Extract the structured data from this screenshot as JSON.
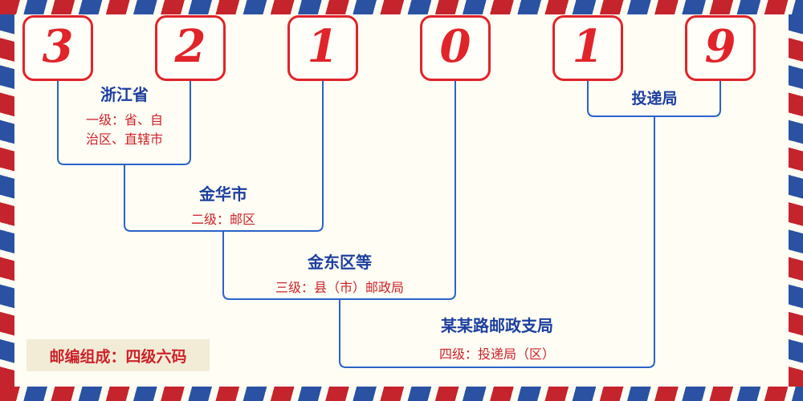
{
  "colors": {
    "bg": "#fffdf4",
    "red": "#cc2229",
    "digit-red": "#e0242a",
    "navy": "#1d3f9e",
    "line-blue": "#2a63c9",
    "stripe-red": "#c5242c",
    "stripe-blue": "#2b52a2",
    "stripe-gap": "#fdfcf2",
    "cream": "#f2ecd7"
  },
  "digits": [
    "3",
    "2",
    "1",
    "0",
    "1",
    "9"
  ],
  "levels": [
    {
      "name": "浙江省",
      "desc": "一级：省、自\n治区、直辖市"
    },
    {
      "name": "金华市",
      "desc": "二级：邮区"
    },
    {
      "name": "金东区等",
      "desc": "三级：县（市）邮政局"
    },
    {
      "name": "某某路邮政支局",
      "desc": "四级：投递局（区）"
    }
  ],
  "delivery_office_label": "投递局",
  "footer_note": "邮编组成：四级六码"
}
